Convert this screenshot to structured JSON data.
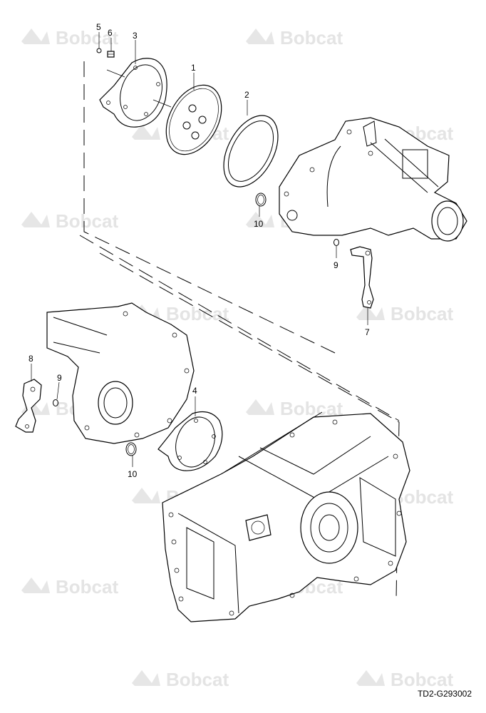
{
  "watermark": {
    "text": "Bobcat"
  },
  "callouts": {
    "c1": "1",
    "c2": "2",
    "c3": "3",
    "c4": "4",
    "c5": "5",
    "c6": "6",
    "c7": "7",
    "c8": "8",
    "c9a": "9",
    "c9b": "9",
    "c10a": "10",
    "c10b": "10"
  },
  "drawing_code": "TD2-G293002"
}
